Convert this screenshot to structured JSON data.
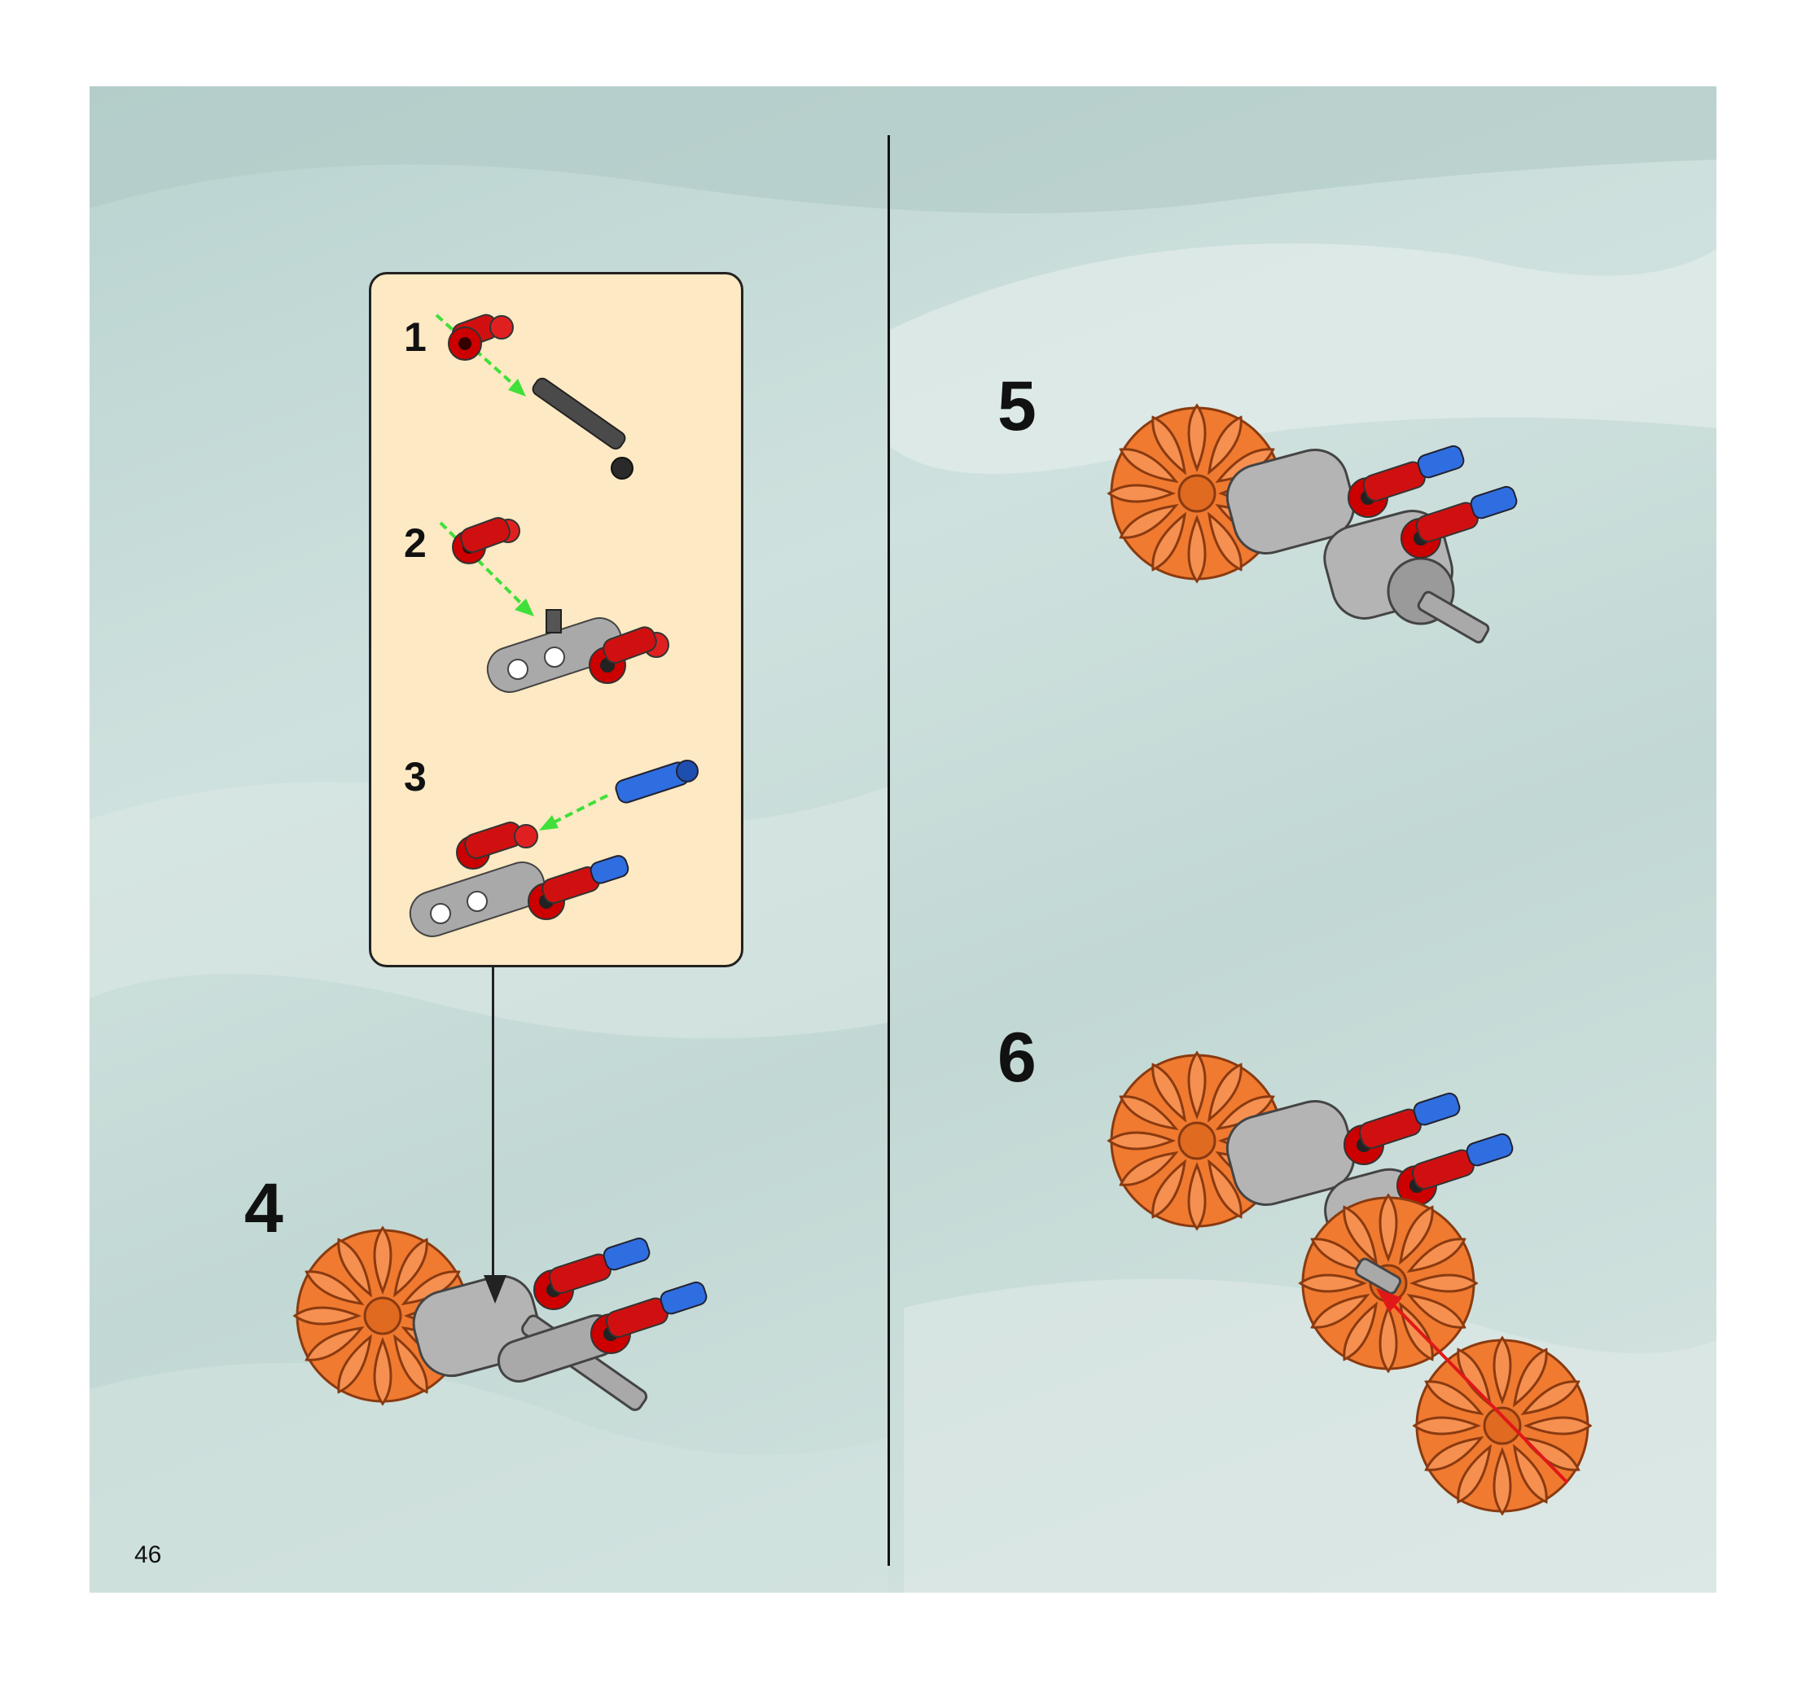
{
  "page": {
    "page_number": "46"
  },
  "callout": {
    "substeps": [
      {
        "number": "1"
      },
      {
        "number": "2"
      },
      {
        "number": "3"
      }
    ]
  },
  "steps": [
    {
      "number": "4"
    },
    {
      "number": "5"
    },
    {
      "number": "6"
    }
  ],
  "colors": {
    "background": "#c4d9d6",
    "callout_fill": "#fde9c3",
    "part_red": "#d01010",
    "part_blue": "#2f6ee0",
    "part_gray": "#a9a9a9",
    "part_dark_gray": "#4a4a4a",
    "part_orange": "#f07a30",
    "arrow_green": "#3fe03a",
    "arrow_red": "#e01818",
    "line_black": "#111111"
  }
}
